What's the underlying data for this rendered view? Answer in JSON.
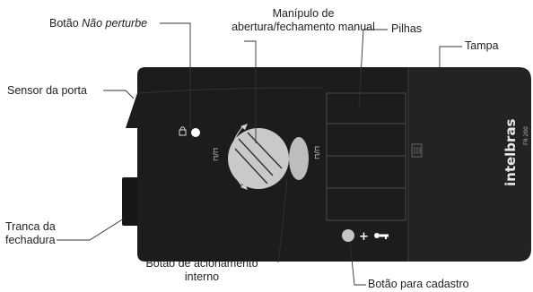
{
  "labels": {
    "botao_nao_perturbe_prefix": "Botão ",
    "botao_nao_perturbe_italic": "Não perturbe",
    "manipulo_line1": "Manípulo de",
    "manipulo_line2": "abertura/fechamento manual",
    "pilhas": "Pilhas",
    "tampa": "Tampa",
    "sensor_porta": "Sensor da porta",
    "tranca_line1": "Tranca da",
    "tranca_line2": "fechadura",
    "botao_acionamento_line1": "Botão de acionamento",
    "botao_acionamento_line2": "interno",
    "botao_cadastro": "Botão para cadastro"
  },
  "device": {
    "brand": "intelbras",
    "model": "FR 200"
  },
  "colors": {
    "body": "#1c1c1c",
    "lid": "#232323",
    "knob": "#c9c9c9",
    "button": "#bdbdbd",
    "leader": "#333333"
  }
}
